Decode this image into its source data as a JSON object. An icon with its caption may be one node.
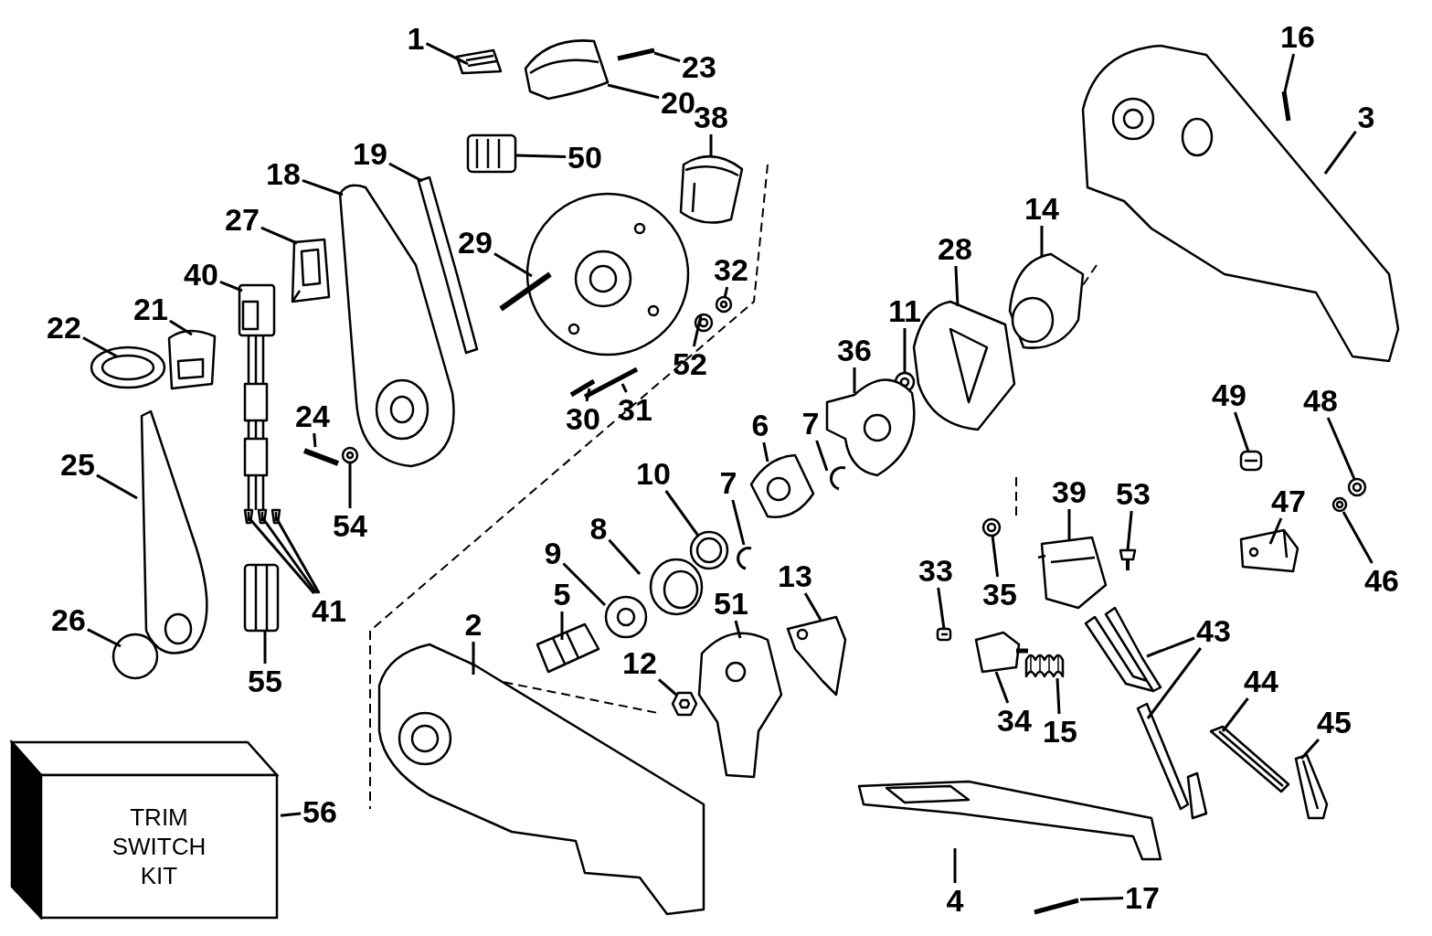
{
  "diagram": {
    "nodes": [
      {
        "text": [
          "16"
        ]
      },
      {
        "text": [
          "1"
        ]
      },
      {
        "text": [
          "23"
        ]
      },
      {
        "text": [
          "20"
        ]
      },
      {
        "text": [
          "3"
        ]
      },
      {
        "text": [
          "38"
        ]
      },
      {
        "text": [
          "19"
        ]
      },
      {
        "text": [
          "50"
        ]
      },
      {
        "text": [
          "18"
        ]
      },
      {
        "text": [
          "14"
        ]
      },
      {
        "text": [
          "27"
        ]
      },
      {
        "text": [
          "29"
        ]
      },
      {
        "text": [
          "28"
        ]
      },
      {
        "text": [
          "32"
        ]
      },
      {
        "text": [
          "40"
        ]
      },
      {
        "text": [
          "21"
        ]
      },
      {
        "text": [
          "11"
        ]
      },
      {
        "text": [
          "22"
        ]
      },
      {
        "text": [
          "36"
        ]
      },
      {
        "text": [
          "52"
        ]
      },
      {
        "text": [
          "49"
        ]
      },
      {
        "text": [
          "48"
        ]
      },
      {
        "text": [
          "31"
        ]
      },
      {
        "text": [
          "24"
        ]
      },
      {
        "text": [
          "30"
        ]
      },
      {
        "text": [
          "7"
        ]
      },
      {
        "text": [
          "6"
        ]
      },
      {
        "text": [
          "25"
        ]
      },
      {
        "text": [
          "10"
        ]
      },
      {
        "text": [
          "7"
        ]
      },
      {
        "text": [
          "39"
        ]
      },
      {
        "text": [
          "53"
        ]
      },
      {
        "text": [
          "47"
        ]
      },
      {
        "text": [
          "54"
        ]
      },
      {
        "text": [
          "8"
        ]
      },
      {
        "text": [
          "9"
        ]
      },
      {
        "text": [
          "33"
        ]
      },
      {
        "text": [
          "13"
        ]
      },
      {
        "text": [
          "46"
        ]
      },
      {
        "text": [
          "5"
        ]
      },
      {
        "text": [
          "35"
        ]
      },
      {
        "text": [
          "51"
        ]
      },
      {
        "text": [
          "41"
        ]
      },
      {
        "text": [
          "26"
        ]
      },
      {
        "text": [
          "2"
        ]
      },
      {
        "text": [
          "43"
        ]
      },
      {
        "text": [
          "12"
        ]
      },
      {
        "text": [
          "55"
        ]
      },
      {
        "text": [
          "44"
        ]
      },
      {
        "text": [
          "34"
        ]
      },
      {
        "text": [
          "45"
        ]
      },
      {
        "text": [
          "15"
        ]
      },
      {
        "text": [
          "TRIM SWITCH KIT"
        ]
      },
      {
        "text": [
          "56"
        ]
      },
      {
        "text": [
          "17"
        ]
      },
      {
        "text": [
          "4"
        ]
      },
      {
        "text": [],
        "shape": "picture"
      },
      {
        "text": [],
        "shape": "picture"
      },
      {
        "text": [],
        "shape": "picture"
      },
      {
        "text": [],
        "shape": "picture"
      },
      {
        "text": [],
        "shape": "picture"
      },
      {
        "text": [],
        "shape": "picture"
      },
      {
        "text": [],
        "shape": "picture"
      },
      {
        "text": [],
        "shape": "picture"
      },
      {
        "text": [],
        "shape": "picture"
      },
      {
        "text": [],
        "shape": "picture"
      },
      {
        "text": [],
        "shape": "picture"
      },
      {
        "text": [],
        "shape": "picture"
      },
      {
        "text": [],
        "shape": "picture"
      },
      {
        "text": [],
        "shape": "picture"
      },
      {
        "text": [],
        "shape": "picture"
      },
      {
        "text": [],
        "shape": "picture"
      },
      {
        "text": [],
        "shape": "picture"
      },
      {
        "text": [],
        "shape": "picture"
      },
      {
        "text": [],
        "shape": "picture"
      },
      {
        "text": [],
        "shape": "picture"
      },
      {
        "text": [],
        "shape": "picture"
      },
      {
        "text": [],
        "shape": "picture"
      },
      {
        "text": [],
        "shape": "picture"
      },
      {
        "text": [],
        "shape": "picture"
      },
      {
        "text": [],
        "shape": "picture"
      },
      {
        "text": [],
        "shape": "picture"
      },
      {
        "text": [],
        "shape": "picture"
      },
      {
        "text": [],
        "shape": "picture"
      },
      {
        "text": [],
        "shape": "picture"
      },
      {
        "text": [],
        "shape": "picture"
      },
      {
        "text": [],
        "shape": "picture"
      },
      {
        "text": [],
        "shape": "picture"
      },
      {
        "text": [],
        "shape": "picture"
      },
      {
        "text": [],
        "shape": "picture"
      },
      {
        "text": [],
        "shape": "picture"
      },
      {
        "text": [],
        "shape": "picture"
      },
      {
        "text": [],
        "shape": "picture"
      },
      {
        "text": [],
        "shape": "picture"
      },
      {
        "text": [],
        "shape": "picture"
      },
      {
        "text": [],
        "shape": "picture"
      },
      {
        "text": [],
        "shape": "picture"
      },
      {
        "text": [],
        "shape": "picture"
      },
      {
        "text": [],
        "shape": "picture"
      },
      {
        "text": [],
        "shape": "picture"
      },
      {
        "text": [],
        "shape": "picture"
      },
      {
        "text": [],
        "shape": "circle"
      },
      {
        "text": [],
        "shape": "picture"
      },
      {
        "text": [],
        "shape": "picture"
      },
      {
        "text": [],
        "shape": "picture"
      },
      {
        "text": [],
        "shape": "picture"
      },
      {
        "text": [],
        "shape": "picture"
      },
      {
        "text": [],
        "shape": "picture"
      },
      {
        "text": [],
        "shape": "picture"
      },
      {
        "text": [],
        "shape": "picture"
      },
      {
        "text": [],
        "shape": "picture"
      },
      {
        "text": [],
        "shape": "picture"
      },
      {
        "text": [],
        "shape": "picture"
      }
    ],
    "edges": [
      {
        "from": 0,
        "to": 56,
        "arrow": "none"
      },
      {
        "from": 1,
        "to": 57,
        "arrow": "none"
      },
      {
        "from": 2,
        "to": 58,
        "arrow": "none"
      },
      {
        "from": 3,
        "to": 59,
        "arrow": "none"
      },
      {
        "from": 4,
        "to": 60,
        "arrow": "none"
      },
      {
        "from": 5,
        "to": 61,
        "arrow": "none"
      },
      {
        "from": 6,
        "to": 62,
        "arrow": "none"
      },
      {
        "from": 7,
        "to": 63,
        "arrow": "none"
      },
      {
        "from": 8,
        "to": 64,
        "arrow": "none"
      },
      {
        "from": 9,
        "to": 65,
        "arrow": "none"
      },
      {
        "from": 10,
        "to": 66,
        "arrow": "none"
      },
      {
        "from": 11,
        "to": 67,
        "arrow": "none"
      },
      {
        "from": 12,
        "to": 68,
        "arrow": "none"
      },
      {
        "from": 13,
        "to": 69,
        "arrow": "none"
      },
      {
        "from": 14,
        "to": 70,
        "arrow": "none"
      },
      {
        "from": 15,
        "to": 71,
        "arrow": "none"
      },
      {
        "from": 16,
        "to": 72,
        "arrow": "none"
      },
      {
        "from": 17,
        "to": 73,
        "arrow": "none"
      },
      {
        "from": 18,
        "to": 74,
        "arrow": "none"
      },
      {
        "from": 19,
        "to": 75,
        "arrow": "none"
      },
      {
        "from": 20,
        "to": 76,
        "arrow": "none"
      },
      {
        "from": 21,
        "to": 77,
        "arrow": "none"
      },
      {
        "from": 22,
        "to": 78,
        "arrow": "none"
      },
      {
        "from": 23,
        "to": 79,
        "arrow": "none"
      },
      {
        "from": 24,
        "to": 80,
        "arrow": "none"
      },
      {
        "from": 25,
        "to": 81,
        "arrow": "none"
      },
      {
        "from": 26,
        "to": 82,
        "arrow": "none"
      },
      {
        "from": 27,
        "to": 83,
        "arrow": "none"
      },
      {
        "from": 28,
        "to": 84,
        "arrow": "none"
      },
      {
        "from": 29,
        "to": 85,
        "arrow": "none"
      },
      {
        "from": 30,
        "to": 86,
        "arrow": "none"
      },
      {
        "from": 31,
        "to": 87,
        "arrow": "none"
      },
      {
        "from": 32,
        "to": 88,
        "arrow": "none"
      },
      {
        "from": 33,
        "to": 89,
        "arrow": "none"
      },
      {
        "from": 34,
        "to": 90,
        "arrow": "none"
      },
      {
        "from": 35,
        "to": 91,
        "arrow": "none"
      },
      {
        "from": 36,
        "to": 92,
        "arrow": "none"
      },
      {
        "from": 37,
        "to": 93,
        "arrow": "none"
      },
      {
        "from": 38,
        "to": 94,
        "arrow": "none"
      },
      {
        "from": 39,
        "to": 95,
        "arrow": "none"
      },
      {
        "from": 40,
        "to": 96,
        "arrow": "none"
      },
      {
        "from": 41,
        "to": 97,
        "arrow": "none"
      },
      {
        "from": 42,
        "to": 98,
        "arrow": "none"
      },
      {
        "from": 42,
        "to": 99,
        "arrow": "none"
      },
      {
        "from": 42,
        "to": 100,
        "arrow": "none"
      },
      {
        "from": 43,
        "to": 101,
        "arrow": "none"
      },
      {
        "from": 44,
        "to": 102,
        "arrow": "none"
      },
      {
        "from": 45,
        "to": 103,
        "arrow": "none"
      },
      {
        "from": 45,
        "to": 104,
        "arrow": "none"
      },
      {
        "from": 46,
        "to": 105,
        "arrow": "none"
      },
      {
        "from": 47,
        "to": 106,
        "arrow": "none"
      },
      {
        "from": 48,
        "to": 107,
        "arrow": "none"
      },
      {
        "from": 49,
        "to": 108,
        "arrow": "none"
      },
      {
        "from": 50,
        "to": 109,
        "arrow": "none"
      },
      {
        "from": 51,
        "to": 110,
        "arrow": "none"
      },
      {
        "from": 53,
        "to": 52,
        "arrow": "none"
      },
      {
        "from": 54,
        "to": 111,
        "arrow": "none"
      },
      {
        "from": 55,
        "to": 112,
        "arrow": "none"
      }
    ]
  }
}
